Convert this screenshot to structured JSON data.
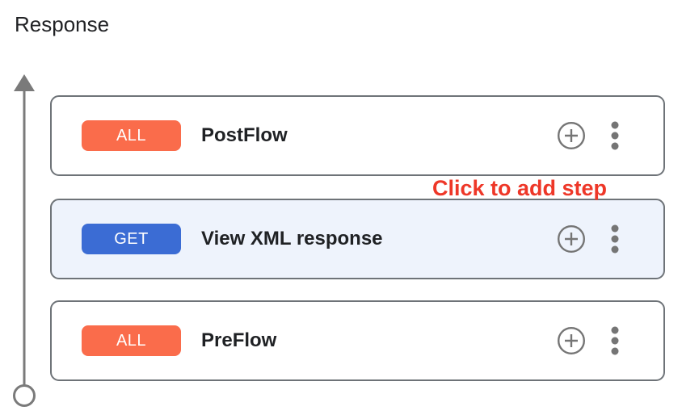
{
  "header": {
    "title": "Response"
  },
  "annotation": {
    "label": "Click to add step",
    "color": "#EE3728"
  },
  "flows": [
    {
      "verb": "ALL",
      "verb_color": "#FA6C4B",
      "name": "PostFlow",
      "selected": false
    },
    {
      "verb": "GET",
      "verb_color": "#3B6CD4",
      "name": "View XML response",
      "selected": true
    },
    {
      "verb": "ALL",
      "verb_color": "#FA6C4B",
      "name": "PreFlow",
      "selected": false
    }
  ],
  "icons": {
    "add_step": "plus-circle-icon",
    "more_options": "vertical-dots-icon",
    "rail": "upward-arrow-line-with-endpoint-circle"
  },
  "colors": {
    "card_border": "#6E7378",
    "selected_card_bg": "#EEF3FC",
    "icon_gray": "#757575",
    "rail_gray": "#7A7A7A",
    "title_text": "#202124",
    "flow_name_text": "#1F2124"
  }
}
